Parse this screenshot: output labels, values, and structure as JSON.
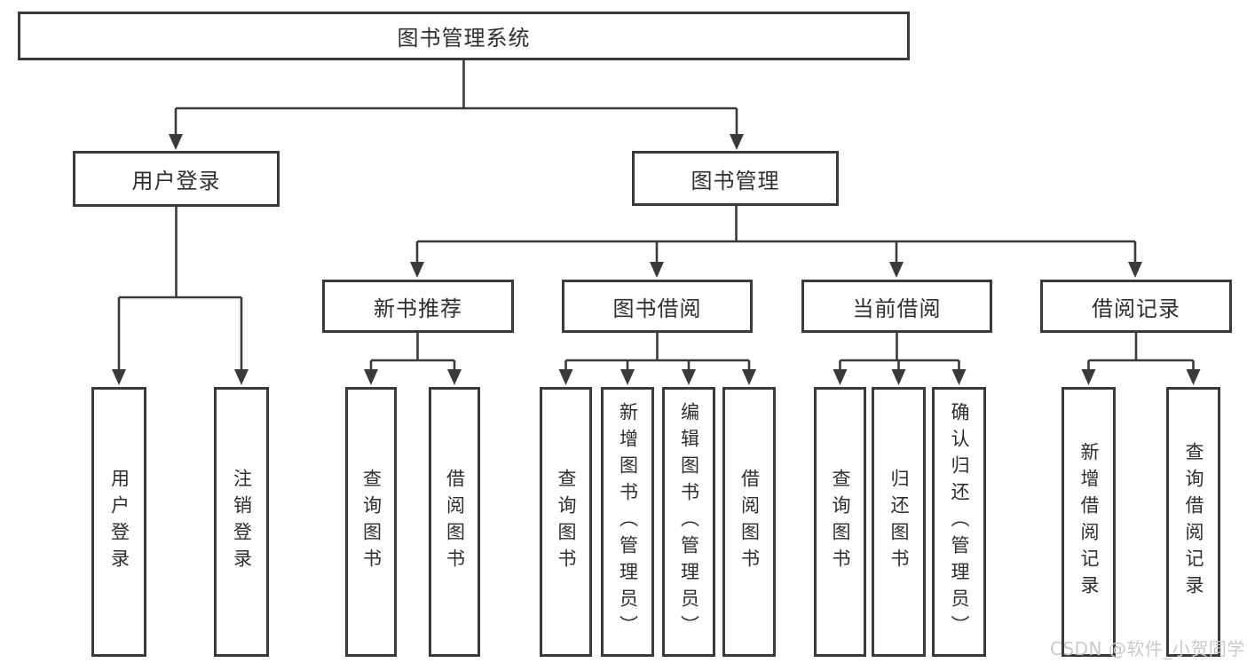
{
  "diagram_title": "图书管理系统",
  "tree": {
    "root": {
      "label": "图书管理系统"
    },
    "branches": [
      {
        "label": "用户登录",
        "children": [
          {
            "label": "用户登录"
          },
          {
            "label": "注销登录"
          }
        ]
      },
      {
        "label": "图书管理",
        "children": [
          {
            "label": "新书推荐",
            "children": [
              {
                "label": "查询图书"
              },
              {
                "label": "借阅图书"
              }
            ]
          },
          {
            "label": "图书借阅",
            "children": [
              {
                "label": "查询图书"
              },
              {
                "label": "新增图书（管理员）"
              },
              {
                "label": "编辑图书（管理员）"
              },
              {
                "label": "借阅图书"
              }
            ]
          },
          {
            "label": "当前借阅",
            "children": [
              {
                "label": "查询图书"
              },
              {
                "label": "归还图书"
              },
              {
                "label": "确认归还（管理员）"
              }
            ]
          },
          {
            "label": "借阅记录",
            "children": [
              {
                "label": "新增借阅记录"
              },
              {
                "label": "查询借阅记录"
              }
            ]
          }
        ]
      }
    ]
  },
  "watermark": {
    "text": "CSDN @软件_小贺同学",
    "color": "#c9c9c9"
  },
  "colors": {
    "line": "#3a3a3a",
    "box_border": "#3a3a3a",
    "box_fill": "#ffffff",
    "text": "#2e2e2e",
    "background": "#ffffff"
  }
}
